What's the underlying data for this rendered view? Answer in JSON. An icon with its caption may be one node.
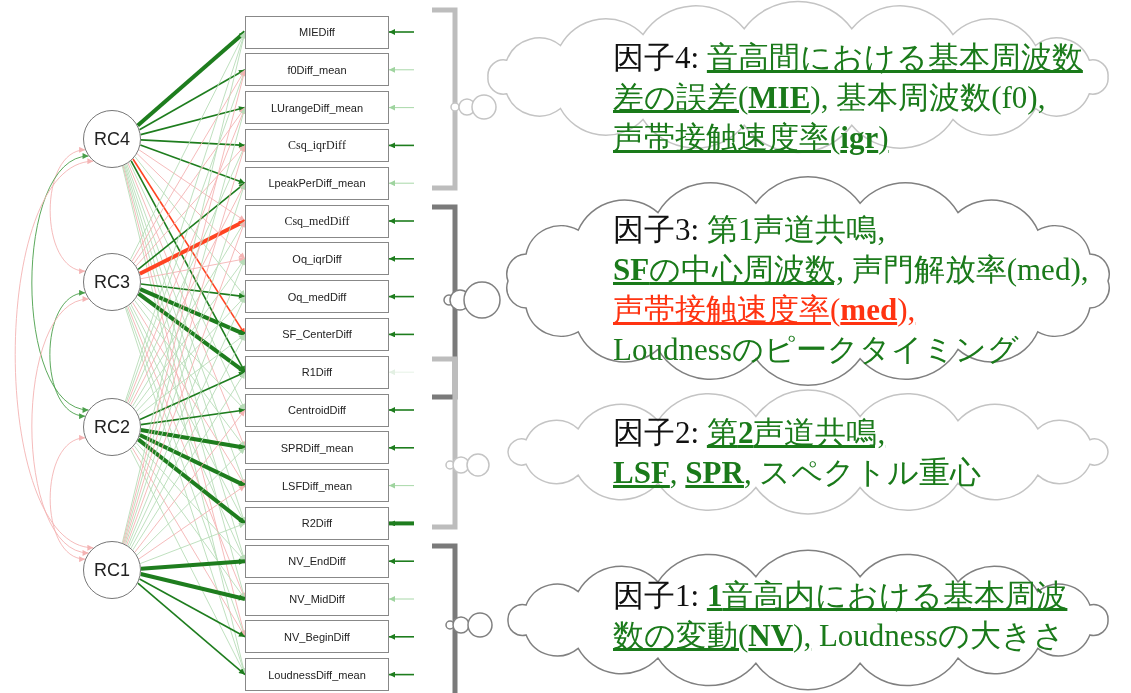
{
  "diagram": {
    "nodes": [
      {
        "text": [
          "RC4"
        ]
      },
      {
        "text": [
          "RC3"
        ]
      },
      {
        "text": [
          "RC2"
        ]
      },
      {
        "text": [
          "RC1"
        ]
      },
      {
        "text": [
          "MIEDiff"
        ]
      },
      {
        "text": [
          "f0Diff_mean"
        ]
      },
      {
        "text": [
          "LUrangeDiff_mean"
        ]
      },
      {
        "text": [
          "Csq_iqrDiff"
        ]
      },
      {
        "text": [
          "LpeakPerDiff_mean"
        ]
      },
      {
        "text": [
          "Csq_medDiff"
        ]
      },
      {
        "text": [
          "Oq_iqrDiff"
        ]
      },
      {
        "text": [
          "Oq_medDiff"
        ]
      },
      {
        "text": [
          "SF_CenterDiff"
        ]
      },
      {
        "text": [
          "R1Diff"
        ]
      },
      {
        "text": [
          "CentroidDiff"
        ]
      },
      {
        "text": [
          "SPRDiff_mean"
        ]
      },
      {
        "text": [
          "LSFDiff_mean"
        ]
      },
      {
        "text": [
          "R2Diff"
        ]
      },
      {
        "text": [
          "NV_EndDiff"
        ]
      },
      {
        "text": [
          "NV_MidDiff"
        ]
      },
      {
        "text": [
          "NV_BeginDiff"
        ]
      },
      {
        "text": [
          "LoudnessDiff_mean"
        ]
      },
      {
        "text": [
          "因子4:",
          "音高間における基本周波数差の誤差(**MIE**),",
          "基本周波数(f0),",
          "声帯接触速度率(**igr**)"
        ]
      },
      {
        "text": [
          "因子3:",
          "第1声道共鳴,",
          "**SF**の中心周波数,",
          "声門解放率(med),",
          "声帯接触速度率(**med**),",
          "Loudnessのピークタイミング"
        ]
      },
      {
        "text": [
          "因子2:",
          "第**2**声道共鳴,",
          "**LSF**,",
          "**SPR**,",
          "スペクトル重心"
        ]
      },
      {
        "text": [
          "因子1:",
          "**1**音高内における基本周波数の変動(**NV**),",
          "Loudnessの大きさ"
        ]
      }
    ],
    "edges": [
      {
        "from": 0,
        "to": 4,
        "arrow": "to",
        "style": "thick",
        "color": "#1e7d1e"
      },
      {
        "from": 0,
        "to": 5,
        "arrow": "to",
        "color": "#1e7d1e"
      },
      {
        "from": 0,
        "to": 6,
        "arrow": "to",
        "color": "#1e7d1e"
      },
      {
        "from": 0,
        "to": 7,
        "arrow": "to",
        "color": "#1e7d1e"
      },
      {
        "from": 0,
        "to": 8,
        "arrow": "to",
        "color": "#1e7d1e"
      },
      {
        "from": 0,
        "to": 9,
        "arrow": "to",
        "color": "#f4b3b3"
      },
      {
        "from": 0,
        "to": 10,
        "arrow": "to",
        "color": "#f4b3b3"
      },
      {
        "from": 0,
        "to": 11,
        "arrow": "to"
      },
      {
        "from": 0,
        "to": 12,
        "arrow": "to",
        "color": "#ff4422"
      },
      {
        "from": 0,
        "to": 13,
        "arrow": "to",
        "color": "#1e7d1e"
      },
      {
        "from": 0,
        "to": 14,
        "arrow": "to"
      },
      {
        "from": 0,
        "to": 15,
        "arrow": "to",
        "color": "#f4b3b3"
      },
      {
        "from": 0,
        "to": 16,
        "arrow": "to"
      },
      {
        "from": 0,
        "to": 17,
        "arrow": "to"
      },
      {
        "from": 0,
        "to": 18,
        "arrow": "to"
      },
      {
        "from": 0,
        "to": 19,
        "arrow": "to"
      },
      {
        "from": 0,
        "to": 20,
        "arrow": "to",
        "color": "#f4b3b3"
      },
      {
        "from": 0,
        "to": 21,
        "arrow": "to"
      },
      {
        "from": 1,
        "to": 4,
        "arrow": "to"
      },
      {
        "from": 1,
        "to": 5,
        "arrow": "to",
        "color": "#f4b3b3"
      },
      {
        "from": 1,
        "to": 6,
        "arrow": "to",
        "color": "#f4b3b3"
      },
      {
        "from": 1,
        "to": 7,
        "arrow": "to",
        "color": "#f4b3b3"
      },
      {
        "from": 1,
        "to": 8,
        "arrow": "to",
        "color": "#1e7d1e"
      },
      {
        "from": 1,
        "to": 9,
        "arrow": "to",
        "style": "thick",
        "color": "#ff4422"
      },
      {
        "from": 1,
        "to": 10,
        "arrow": "to",
        "color": "#f4b3b3"
      },
      {
        "from": 1,
        "to": 11,
        "arrow": "to",
        "color": "#1e7d1e"
      },
      {
        "from": 1,
        "to": 12,
        "arrow": "to",
        "style": "thick",
        "color": "#1e7d1e"
      },
      {
        "from": 1,
        "to": 13,
        "arrow": "to",
        "style": "thick",
        "color": "#1e7d1e"
      },
      {
        "from": 1,
        "to": 14,
        "arrow": "to"
      },
      {
        "from": 1,
        "to": 15,
        "arrow": "to"
      },
      {
        "from": 1,
        "to": 16,
        "arrow": "to",
        "color": "#f4b3b3"
      },
      {
        "from": 1,
        "to": 17,
        "arrow": "to"
      },
      {
        "from": 1,
        "to": 18,
        "arrow": "to"
      },
      {
        "from": 1,
        "to": 19,
        "arrow": "to",
        "color": "#f4b3b3"
      },
      {
        "from": 1,
        "to": 20,
        "arrow": "to"
      },
      {
        "from": 1,
        "to": 21,
        "arrow": "to"
      },
      {
        "from": 2,
        "to": 4,
        "arrow": "to"
      },
      {
        "from": 2,
        "to": 5,
        "arrow": "to"
      },
      {
        "from": 2,
        "to": 6,
        "arrow": "to",
        "color": "#f4b3b3"
      },
      {
        "from": 2,
        "to": 7,
        "arrow": "to"
      },
      {
        "from": 2,
        "to": 8,
        "arrow": "to",
        "color": "#f4b3b3"
      },
      {
        "from": 2,
        "to": 9,
        "arrow": "to"
      },
      {
        "from": 2,
        "to": 10,
        "arrow": "to"
      },
      {
        "from": 2,
        "to": 11,
        "arrow": "to"
      },
      {
        "from": 2,
        "to": 12,
        "arrow": "to"
      },
      {
        "from": 2,
        "to": 13,
        "arrow": "to",
        "color": "#1e7d1e"
      },
      {
        "from": 2,
        "to": 14,
        "arrow": "to",
        "color": "#1e7d1e"
      },
      {
        "from": 2,
        "to": 15,
        "arrow": "to",
        "style": "thick",
        "color": "#1e7d1e"
      },
      {
        "from": 2,
        "to": 16,
        "arrow": "to",
        "style": "thick",
        "color": "#1e7d1e"
      },
      {
        "from": 2,
        "to": 17,
        "arrow": "to",
        "style": "thick",
        "color": "#1e7d1e"
      },
      {
        "from": 2,
        "to": 18,
        "arrow": "to"
      },
      {
        "from": 2,
        "to": 19,
        "arrow": "to"
      },
      {
        "from": 2,
        "to": 20,
        "arrow": "to",
        "color": "#f4b3b3"
      },
      {
        "from": 2,
        "to": 21,
        "arrow": "to"
      },
      {
        "from": 3,
        "to": 4,
        "arrow": "to"
      },
      {
        "from": 3,
        "to": 5,
        "arrow": "to",
        "color": "#f4b3b3"
      },
      {
        "from": 3,
        "to": 6,
        "arrow": "to"
      },
      {
        "from": 3,
        "to": 7,
        "arrow": "to",
        "color": "#f4b3b3"
      },
      {
        "from": 3,
        "to": 8,
        "arrow": "to"
      },
      {
        "from": 3,
        "to": 9,
        "arrow": "to",
        "color": "#f4b3b3"
      },
      {
        "from": 3,
        "to": 10,
        "arrow": "to"
      },
      {
        "from": 3,
        "to": 11,
        "arrow": "to"
      },
      {
        "from": 3,
        "to": 12,
        "arrow": "to"
      },
      {
        "from": 3,
        "to": 13,
        "arrow": "to"
      },
      {
        "from": 3,
        "to": 14,
        "arrow": "to",
        "color": "#f4b3b3"
      },
      {
        "from": 3,
        "to": 15,
        "arrow": "to"
      },
      {
        "from": 3,
        "to": 16,
        "arrow": "to",
        "color": "#f4b3b3"
      },
      {
        "from": 3,
        "to": 17,
        "arrow": "to"
      },
      {
        "from": 3,
        "to": 18,
        "arrow": "to",
        "style": "thick",
        "color": "#1e7d1e"
      },
      {
        "from": 3,
        "to": 19,
        "arrow": "to",
        "style": "thick",
        "color": "#1e7d1e"
      },
      {
        "from": 3,
        "to": 20,
        "arrow": "to",
        "color": "#1e7d1e"
      },
      {
        "from": 3,
        "to": 21,
        "arrow": "to",
        "color": "#1e7d1e"
      },
      {
        "from": null,
        "to": 4,
        "arrow": "to",
        "color": "#1e7d1e"
      },
      {
        "from": null,
        "to": 5,
        "arrow": "to",
        "color": "#9fd49f"
      },
      {
        "from": null,
        "to": 6,
        "arrow": "to",
        "color": "#9fd49f"
      },
      {
        "from": null,
        "to": 7,
        "arrow": "to",
        "color": "#1e7d1e"
      },
      {
        "from": null,
        "to": 8,
        "arrow": "to",
        "color": "#9fd49f"
      },
      {
        "from": null,
        "to": 9,
        "arrow": "to",
        "color": "#1e7d1e"
      },
      {
        "from": null,
        "to": 10,
        "arrow": "to",
        "color": "#1e7d1e"
      },
      {
        "from": null,
        "to": 11,
        "arrow": "to",
        "color": "#1e7d1e"
      },
      {
        "from": null,
        "to": 12,
        "arrow": "to",
        "color": "#1e7d1e"
      },
      {
        "from": null,
        "to": 13,
        "arrow": "to",
        "color": "#e3f0e3"
      },
      {
        "from": null,
        "to": 14,
        "arrow": "to",
        "color": "#1e7d1e"
      },
      {
        "from": null,
        "to": 15,
        "arrow": "to",
        "color": "#1e7d1e"
      },
      {
        "from": null,
        "to": 16,
        "arrow": "to",
        "color": "#9fd49f"
      },
      {
        "from": null,
        "to": 17,
        "arrow": "to",
        "style": "thick",
        "color": "#1e7d1e"
      },
      {
        "from": null,
        "to": 18,
        "arrow": "to",
        "color": "#1e7d1e"
      },
      {
        "from": null,
        "to": 19,
        "arrow": "to",
        "color": "#9fd49f"
      },
      {
        "from": null,
        "to": 20,
        "arrow": "to",
        "color": "#1e7d1e"
      },
      {
        "from": null,
        "to": 21,
        "arrow": "to",
        "color": "#1e7d1e"
      },
      {
        "from": 0,
        "to": 1,
        "arrow": "both",
        "color": "#f4b3b3"
      },
      {
        "from": 0,
        "to": 2,
        "arrow": "both",
        "color": "#4a9f4a"
      },
      {
        "from": 0,
        "to": 3,
        "arrow": "both",
        "color": "#f4b3b3"
      },
      {
        "from": 1,
        "to": 2,
        "arrow": "both",
        "color": "#4a9f4a"
      },
      {
        "from": 1,
        "to": 3,
        "arrow": "both",
        "color": "#f4b3b3"
      },
      {
        "from": 2,
        "to": 3,
        "arrow": "both",
        "color": "#f4b3b3"
      }
    ]
  }
}
